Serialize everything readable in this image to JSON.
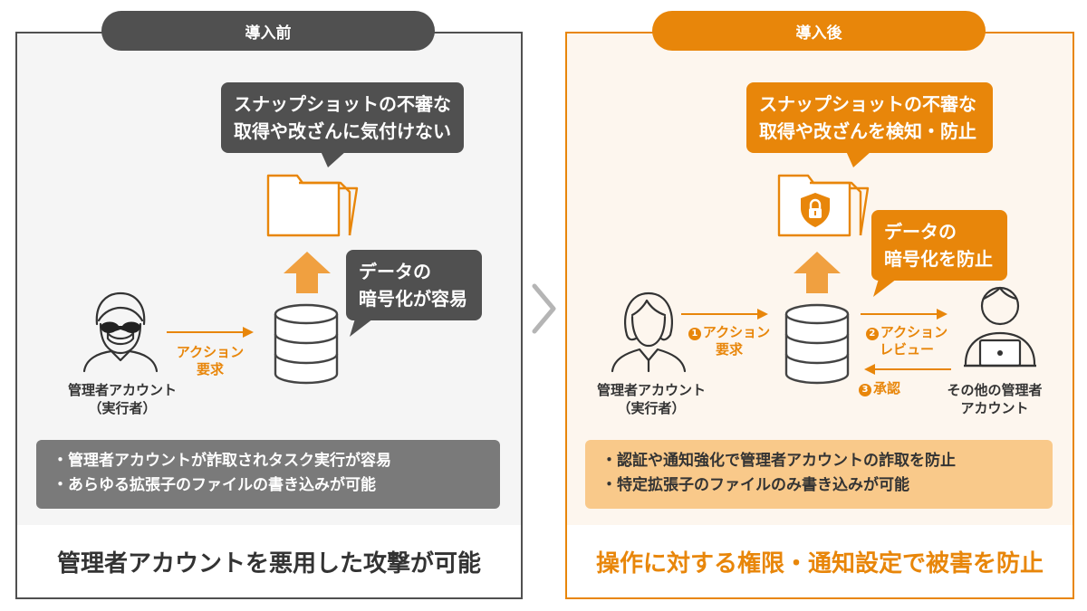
{
  "colors": {
    "dark": "#505050",
    "orange": "#e8860a",
    "light_orange": "#f9c98a",
    "gray_box": "#7a7a7a"
  },
  "before": {
    "tab": "導入前",
    "bubble_top": [
      "スナップショットの不審な",
      "取得や改ざんに気付けない"
    ],
    "bubble_mid": [
      "データの",
      "暗号化が容易"
    ],
    "request_label": [
      "アクション",
      "要求"
    ],
    "actor_label": [
      "管理者アカウント",
      "（実行者）"
    ],
    "notes": [
      "・管理者アカウントが詐取されタスク実行が容易",
      "・あらゆる拡張子のファイルの書き込みが可能"
    ],
    "summary": "管理者アカウントを悪用した攻撃が可能"
  },
  "after": {
    "tab": "導入後",
    "bubble_top": [
      "スナップショットの不審な",
      "取得や改ざんを検知・防止"
    ],
    "bubble_mid": [
      "データの",
      "暗号化を防止"
    ],
    "step1": {
      "num": "1",
      "lines": [
        "アクション",
        "要求"
      ]
    },
    "step2": {
      "num": "2",
      "lines": [
        "アクション",
        "レビュー"
      ]
    },
    "step3": {
      "num": "3",
      "label": "承認"
    },
    "actor_label": [
      "管理者アカウント",
      "（実行者）"
    ],
    "reviewer_label": [
      "その他の管理者",
      "アカウント"
    ],
    "notes": [
      "・認証や通知強化で管理者アカウントの詐取を防止",
      "・特定拡張子のファイルのみ書き込みが可能"
    ],
    "summary": "操作に対する権限・通知設定で被害を防止"
  },
  "icons": [
    "chevron-right-icon",
    "folder-icon",
    "shield-lock-icon",
    "database-icon",
    "arrow-up-icon",
    "masked-user-icon",
    "female-user-icon",
    "laptop-user-icon",
    "arrow-right-icon",
    "arrow-left-icon"
  ]
}
